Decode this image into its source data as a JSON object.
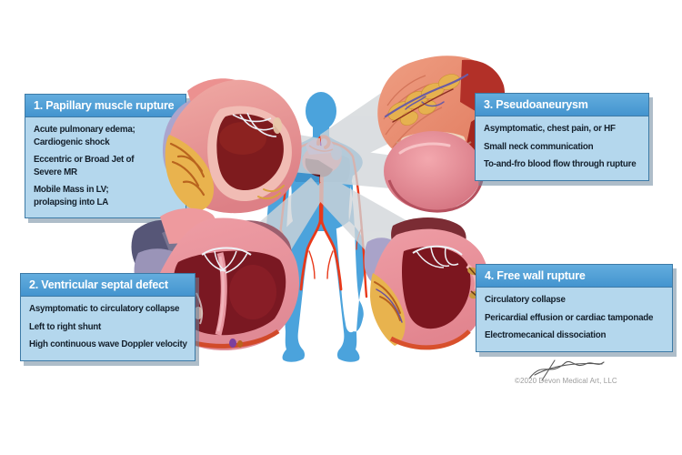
{
  "panels": [
    {
      "title": "1. Papillary muscle rupture",
      "bullets": [
        "Acute pulmonary edema;\nCardiogenic shock",
        "Eccentric or Broad Jet of\nSevere MR",
        "Mobile Mass in LV;\nprolapsing into LA"
      ]
    },
    {
      "title": "2. Ventricular septal defect",
      "bullets": [
        "Asymptomatic to circulatory collapse",
        "Left to right shunt",
        "High continuous wave Doppler velocity"
      ]
    },
    {
      "title": "3. Pseudoaneurysm",
      "bullets": [
        "Asymptomatic, chest pain, or HF",
        "Small neck communication",
        "To-and-fro blood flow through rupture"
      ]
    },
    {
      "title": "4. Free wall rupture",
      "bullets": [
        "Circulatory collapse",
        "Pericardial effusion or cardiac tamponade",
        "Electromecanical dissociation"
      ]
    }
  ],
  "credit": "©2020 Devon Medical Art, LLC",
  "colors": {
    "panel_header_blue": "#4c9ed7",
    "panel_body_blue": "#b4d7ed",
    "header_text": "#ffffff",
    "body_text": "#14202c",
    "figure_blue": "#4ba3dc",
    "artery_red": "#e8391a",
    "ray_gray": "#d2d6d9"
  }
}
